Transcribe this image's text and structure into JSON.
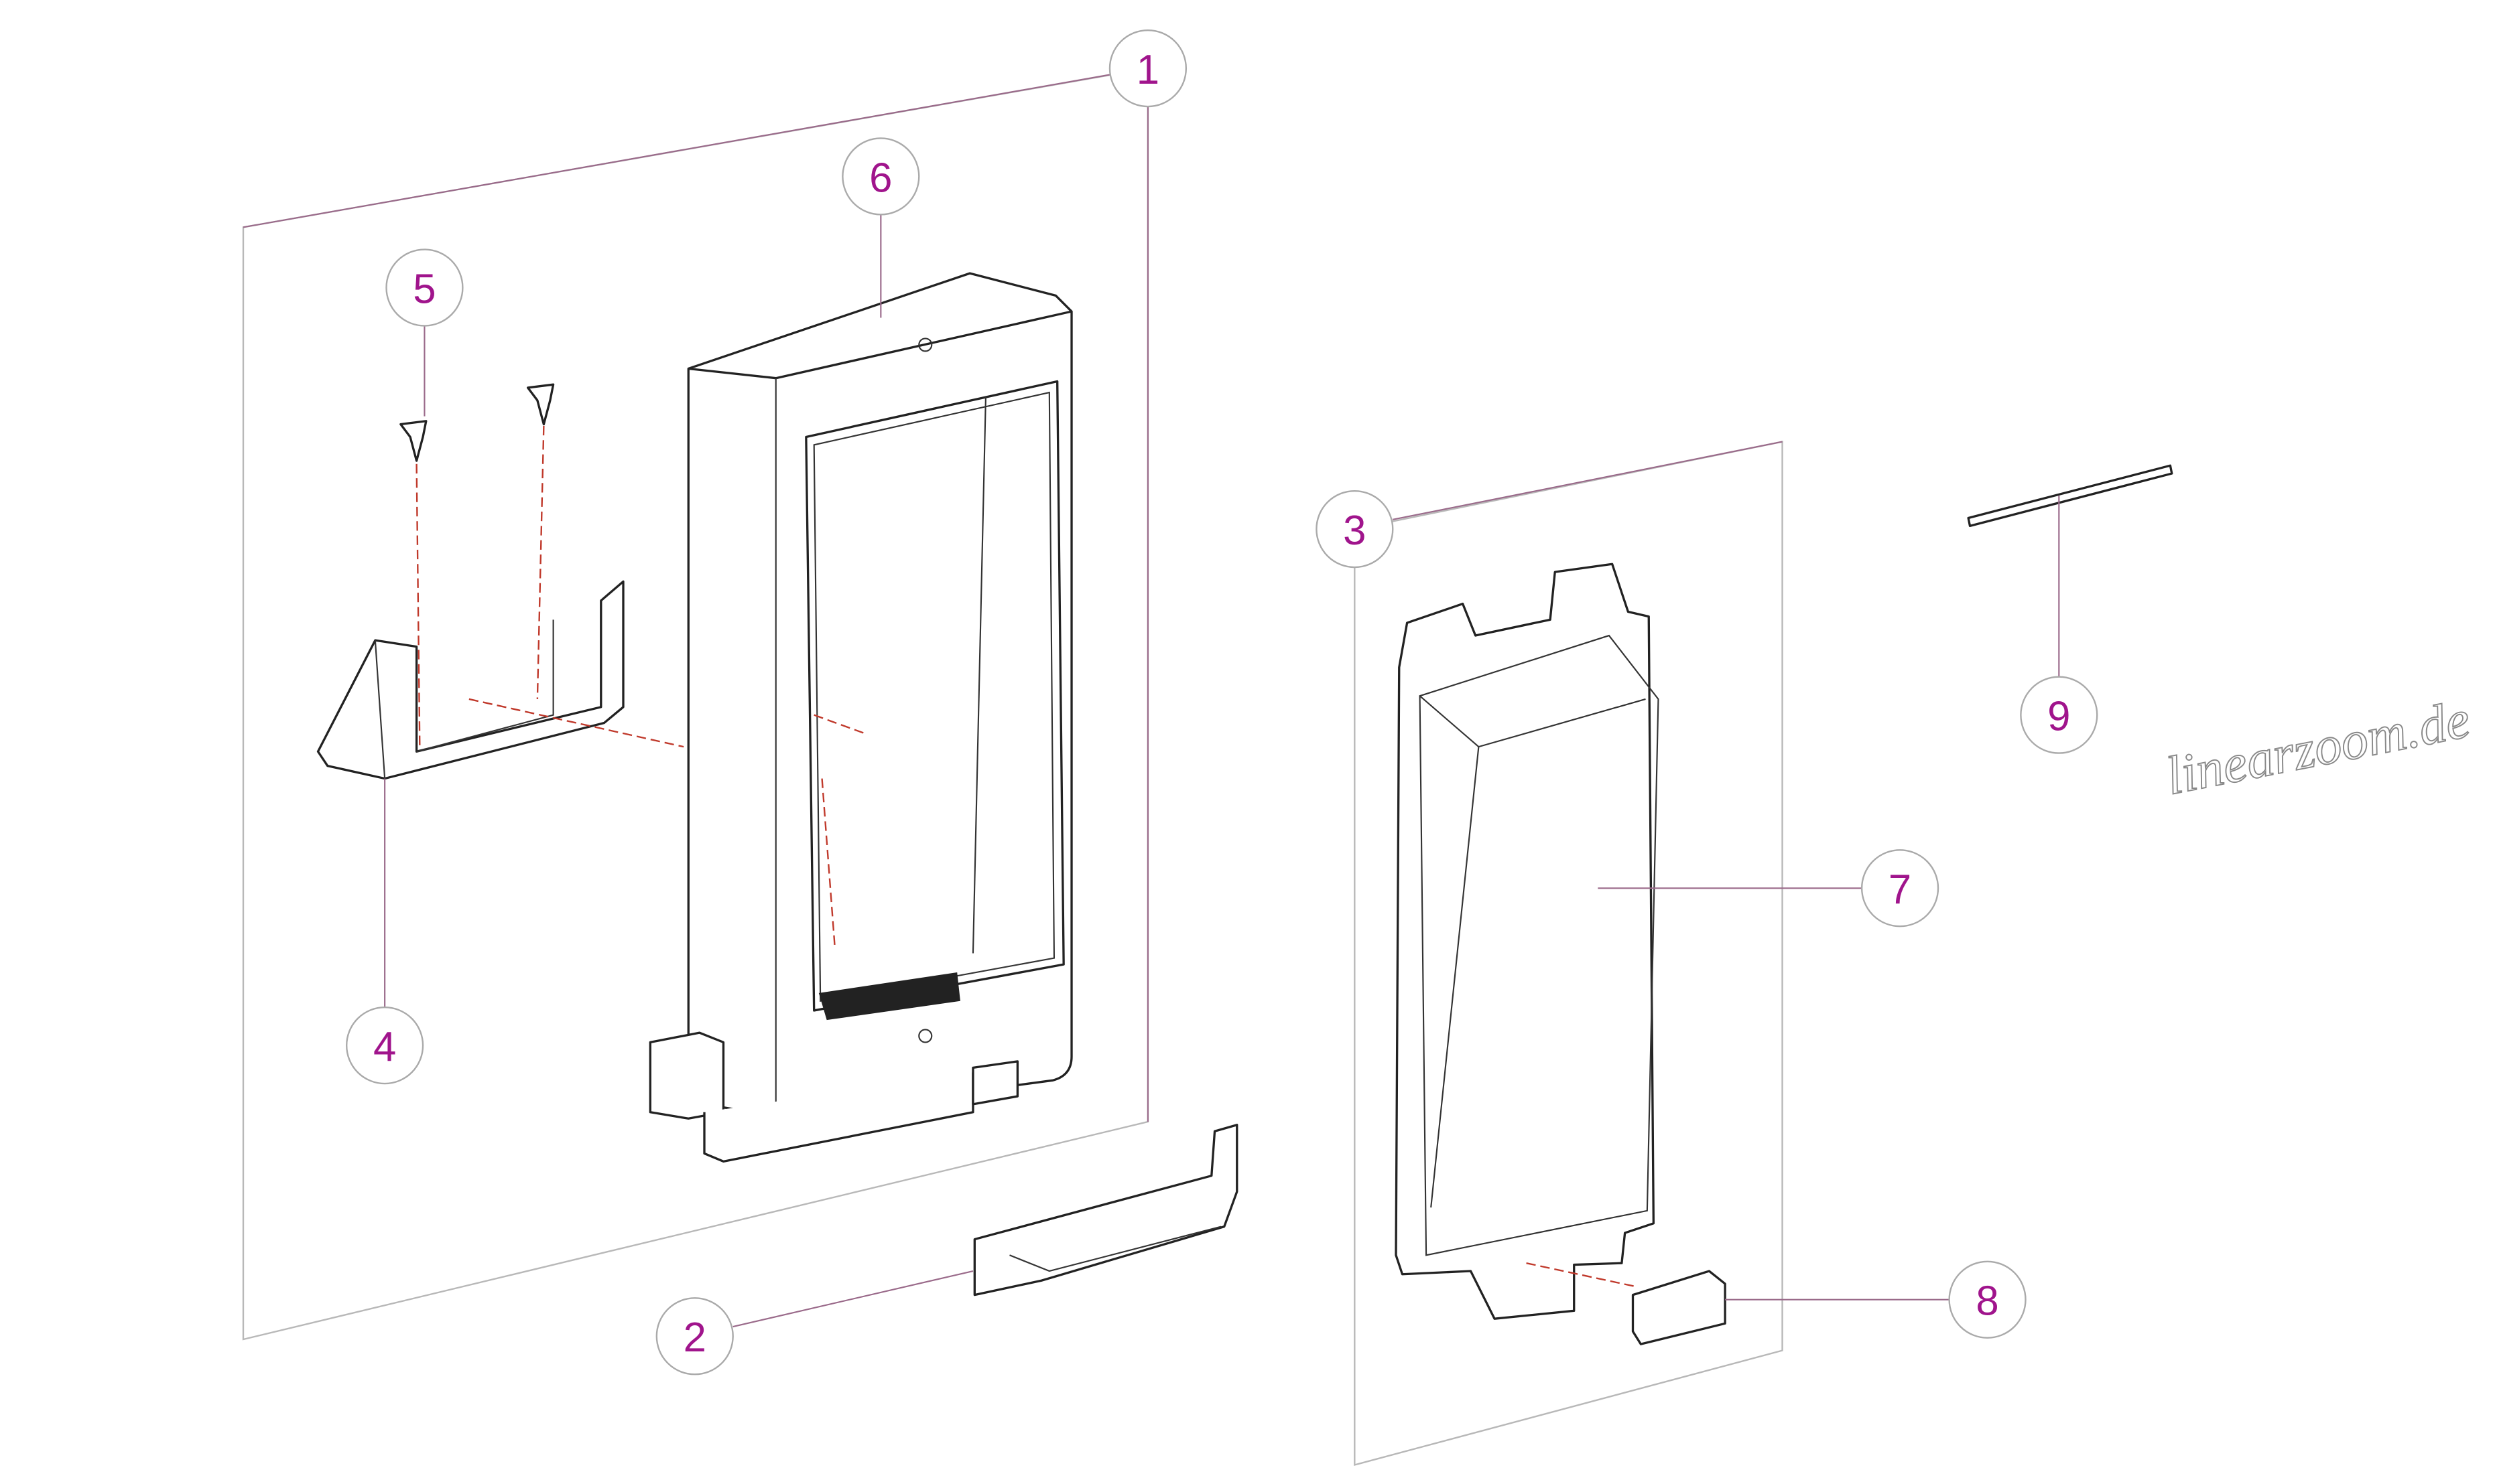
{
  "diagram": {
    "title": "Exploded assembly drawing",
    "callouts": [
      {
        "id": "1",
        "label": "1"
      },
      {
        "id": "2",
        "label": "2"
      },
      {
        "id": "3",
        "label": "3"
      },
      {
        "id": "4",
        "label": "4"
      },
      {
        "id": "5",
        "label": "5"
      },
      {
        "id": "6",
        "label": "6"
      },
      {
        "id": "7",
        "label": "7"
      },
      {
        "id": "8",
        "label": "8"
      },
      {
        "id": "9",
        "label": "9"
      }
    ],
    "watermark": "linearzoom.de",
    "colors": {
      "callout_text": "#a0148c",
      "lines": "#222222",
      "axis": "#c0392b"
    }
  }
}
